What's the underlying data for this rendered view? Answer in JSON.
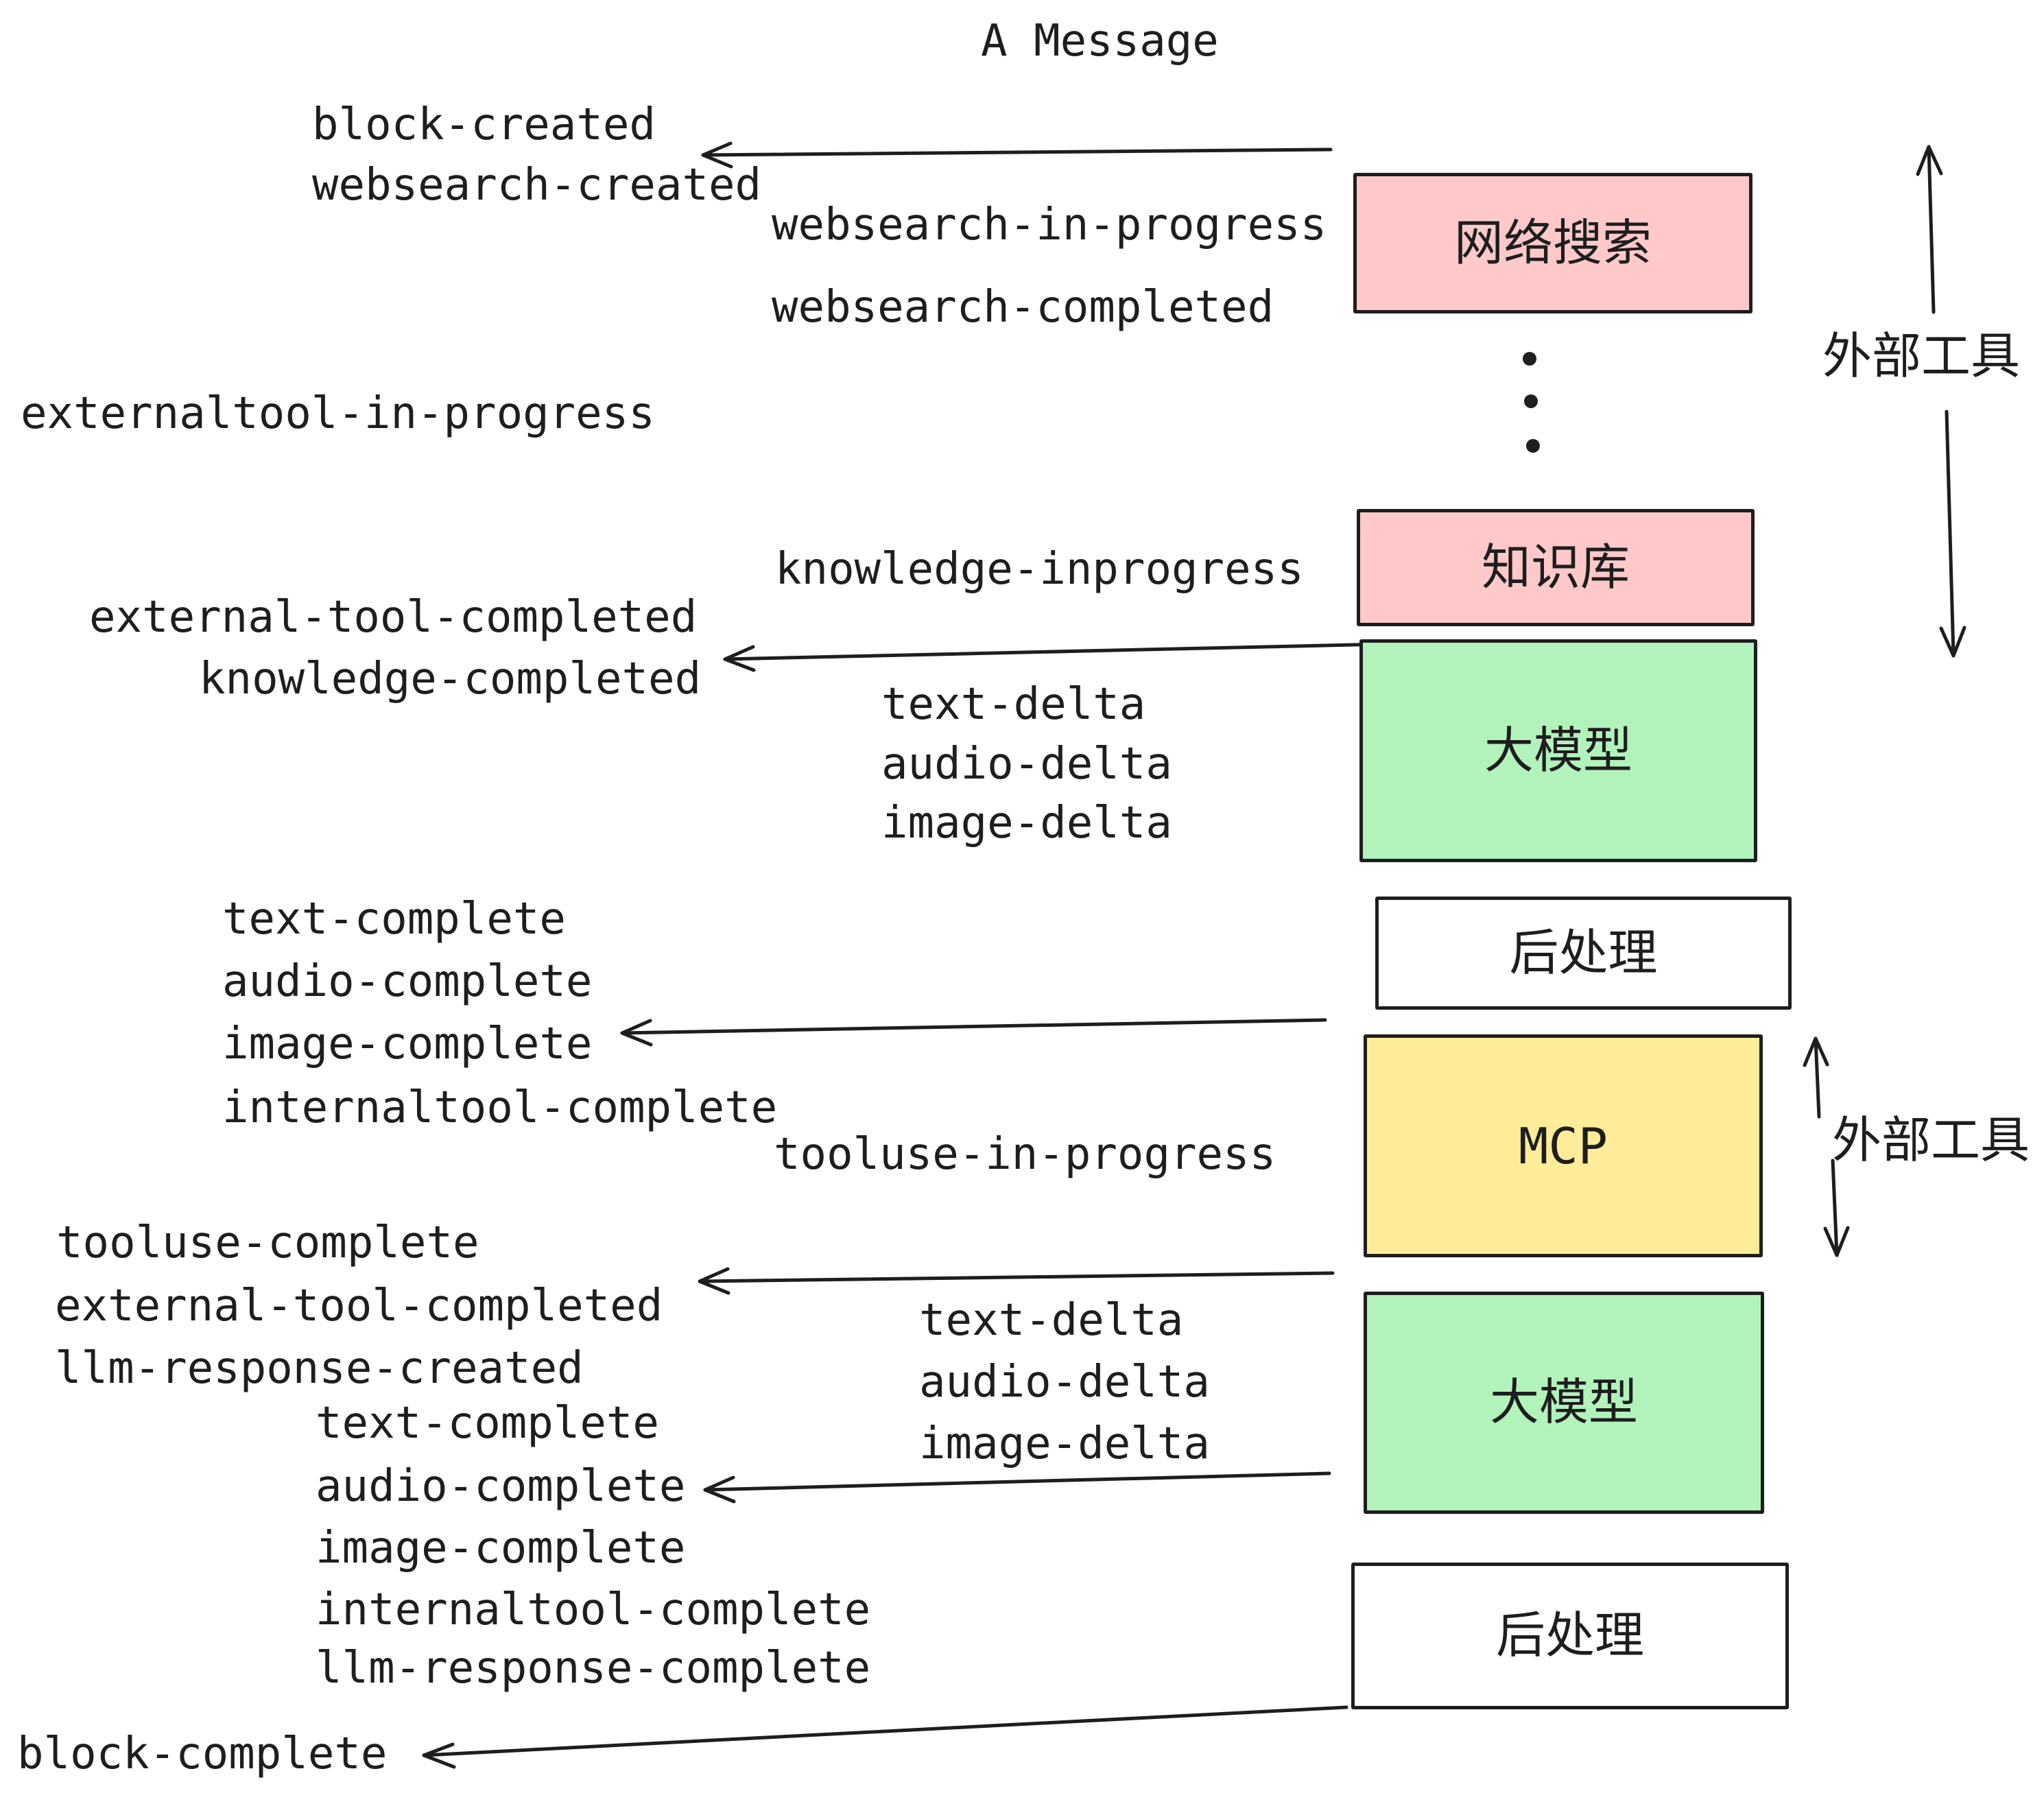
{
  "title": "A Message",
  "boxes": [
    {
      "label": "网络搜索",
      "color": "#ffc9c9"
    },
    {
      "label": "知识库",
      "color": "#ffc9c9"
    },
    {
      "label": "大模型",
      "color": "#b2f2bb"
    },
    {
      "label": "后处理",
      "color": "#ffffff"
    },
    {
      "label": "MCP",
      "color": "#ffec99"
    },
    {
      "label": "大模型",
      "color": "#b2f2bb"
    },
    {
      "label": "后处理",
      "color": "#ffffff"
    }
  ],
  "side_labels": {
    "external_tools_top": "外部工具",
    "external_tools_mcp": "外部工具"
  },
  "events": {
    "block_created": "block-created",
    "websearch_created": "websearch-created",
    "websearch_in_progress": "websearch-in-progress",
    "websearch_completed": "websearch-completed",
    "externaltool_in_progress": "externaltool-in-progress",
    "knowledge_inprogress": "knowledge-inprogress",
    "external_tool_completed_1": "external-tool-completed",
    "knowledge_completed": "knowledge-completed",
    "text_delta_1": "text-delta",
    "audio_delta_1": "audio-delta",
    "image_delta_1": "image-delta",
    "text_complete_1": "text-complete",
    "audio_complete_1": "audio-complete",
    "image_complete_1": "image-complete",
    "internaltool_complete_1": "internaltool-complete",
    "tooluse_in_progress": "tooluse-in-progress",
    "tooluse_complete": "tooluse-complete",
    "external_tool_completed_2": "external-tool-completed",
    "llm_response_created": "llm-response-created",
    "text_complete_2": "text-complete",
    "audio_complete_2": "audio-complete",
    "image_complete_2": "image-complete",
    "internaltool_complete_2": "internaltool-complete",
    "llm_response_complete": "llm-response-complete",
    "text_delta_2": "text-delta",
    "audio_delta_2": "audio-delta",
    "image_delta_2": "image-delta",
    "block_complete": "block-complete"
  },
  "colors": {
    "stroke": "#1e1e1e",
    "pink": "#ffc9c9",
    "green": "#b2f2bb",
    "yellow": "#ffec99",
    "white": "#ffffff"
  }
}
